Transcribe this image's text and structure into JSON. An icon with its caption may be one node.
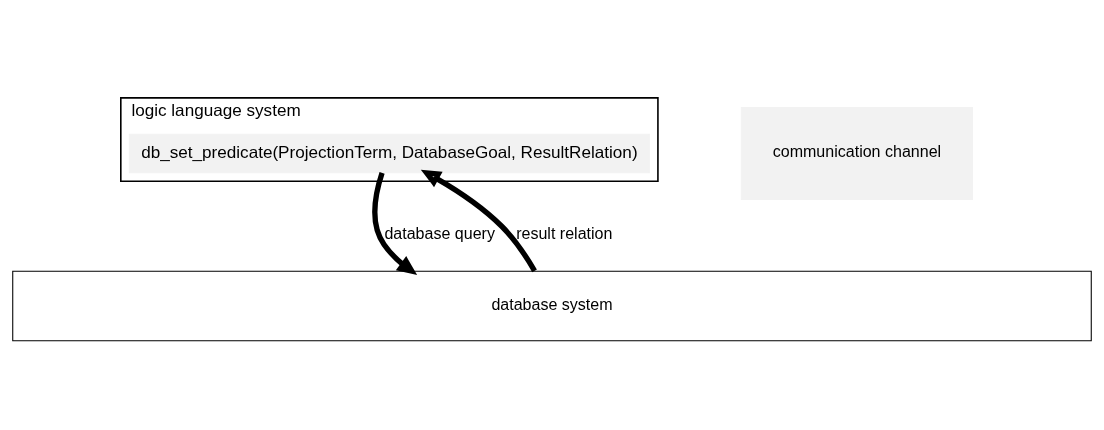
{
  "diagram": {
    "nodes": [
      {
        "text": [
          "logic language system"
        ]
      },
      {
        "text": [
          "db_set_predicate(ProjectionTerm, DatabaseGoal, ResultRelation)"
        ],
        "in": 0
      },
      {
        "text": [
          "communication channel"
        ]
      },
      {
        "text": [
          "database system"
        ]
      }
    ],
    "edges": [
      {
        "from": 1,
        "to": 3,
        "arrow": "to",
        "label": "database query"
      },
      {
        "from": 3,
        "to": 1,
        "arrow": "to",
        "label": "result relation"
      }
    ]
  }
}
